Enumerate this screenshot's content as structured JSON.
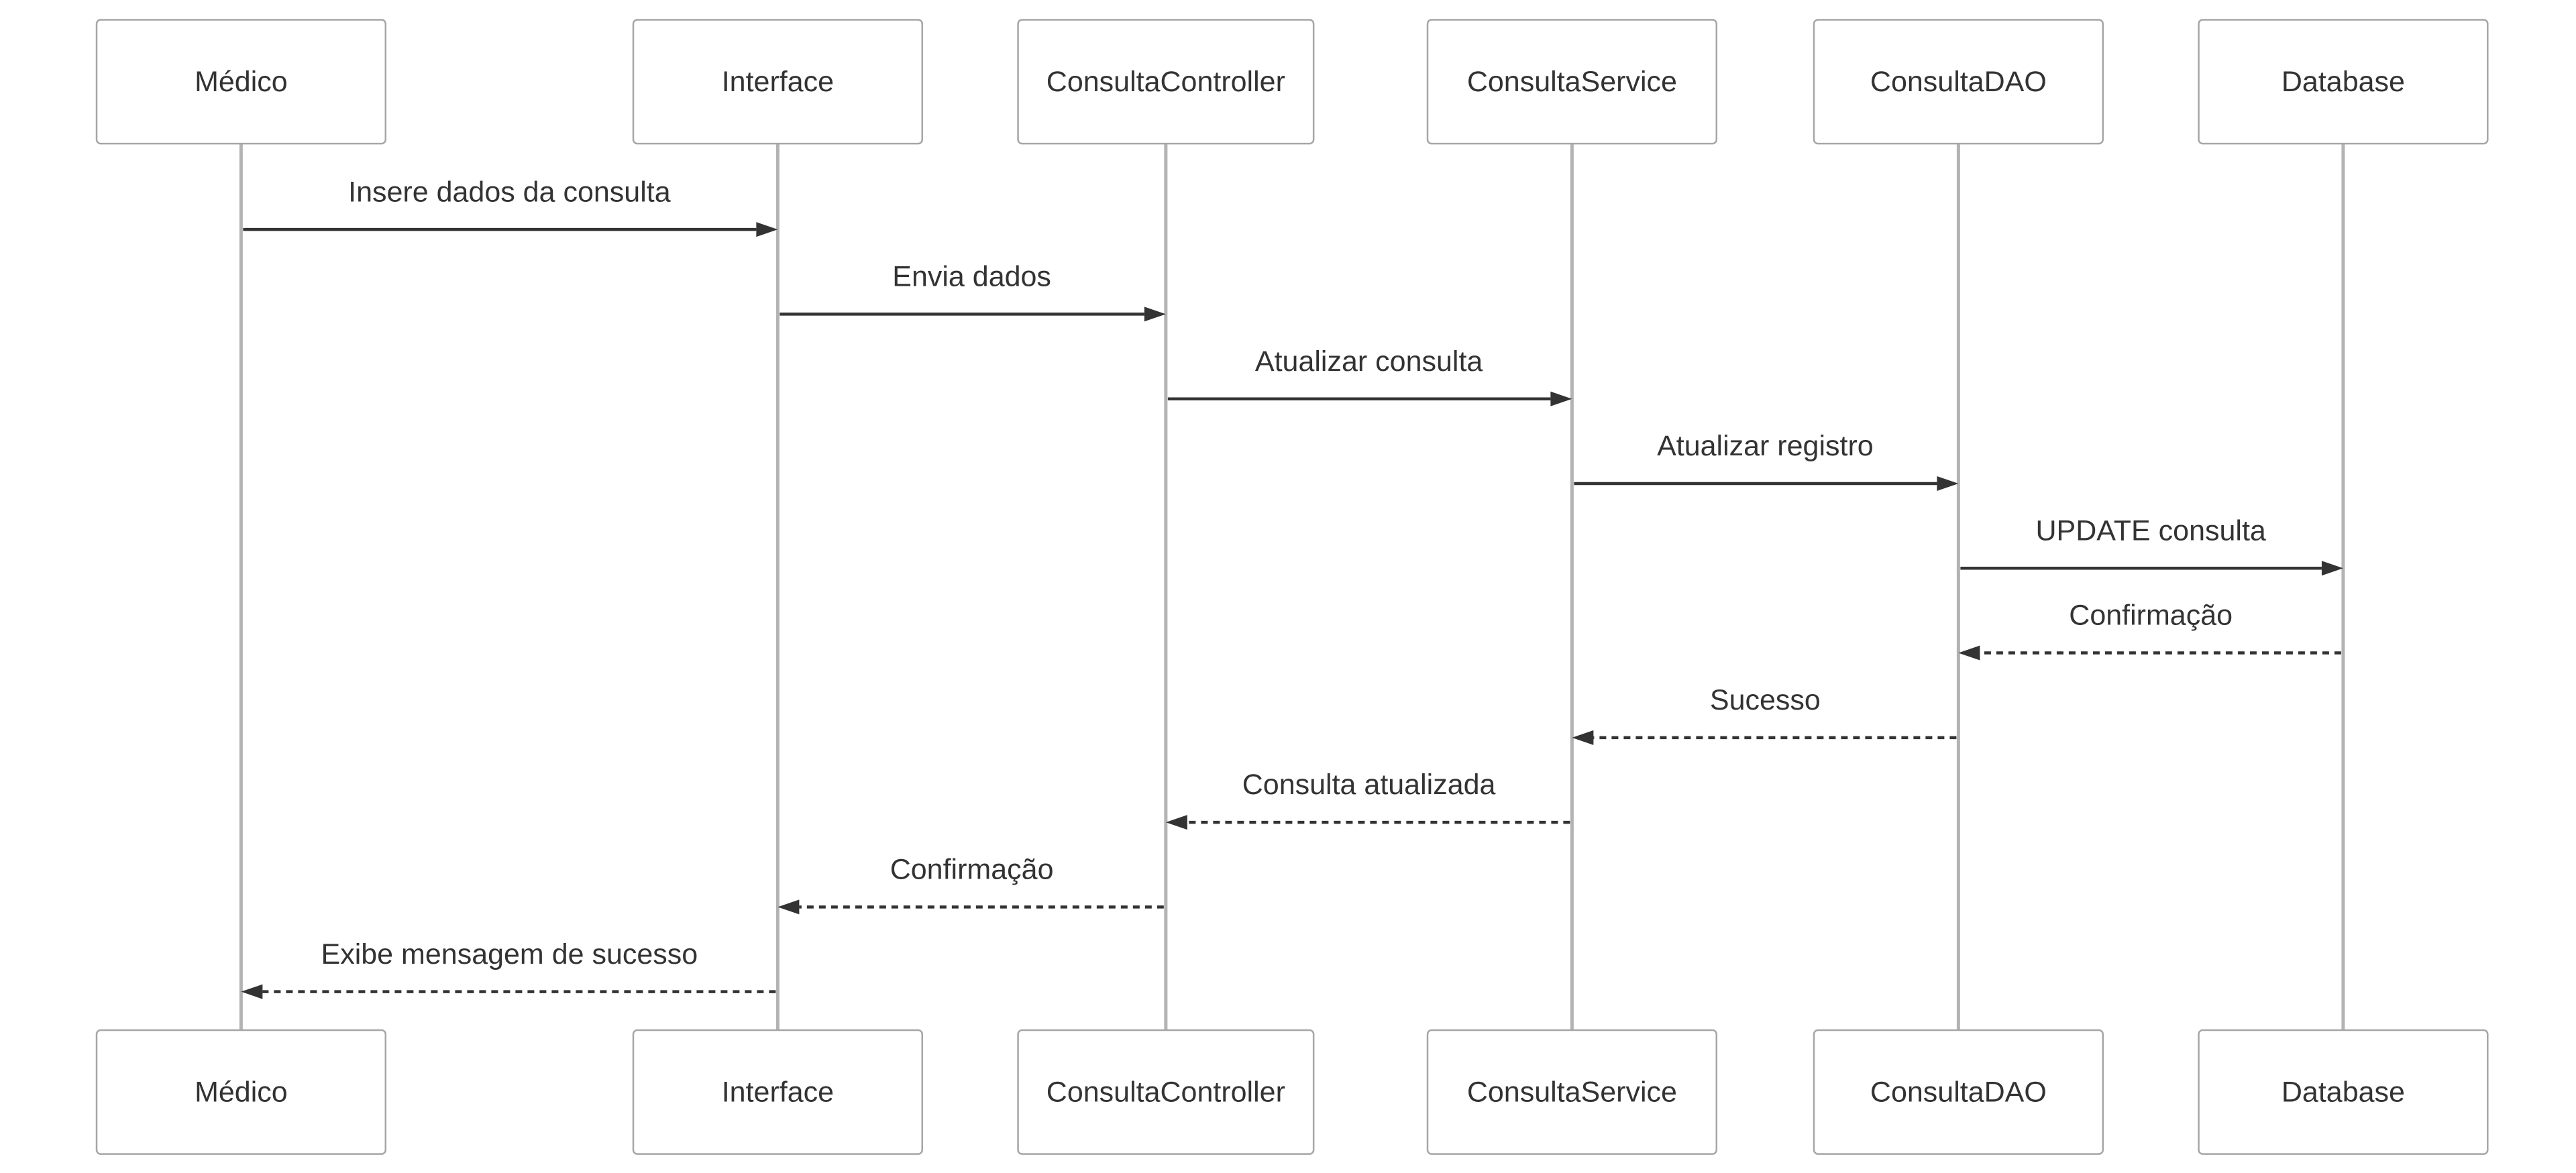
{
  "participants": [
    {
      "id": "medico",
      "label": "Médico"
    },
    {
      "id": "interface",
      "label": "Interface"
    },
    {
      "id": "controller",
      "label": "ConsultaController"
    },
    {
      "id": "service",
      "label": "ConsultaService"
    },
    {
      "id": "dao",
      "label": "ConsultaDAO"
    },
    {
      "id": "database",
      "label": "Database"
    }
  ],
  "messages": [
    {
      "from": "medico",
      "to": "interface",
      "label": "Insere dados da consulta",
      "style": "solid"
    },
    {
      "from": "interface",
      "to": "controller",
      "label": "Envia dados",
      "style": "solid"
    },
    {
      "from": "controller",
      "to": "service",
      "label": "Atualizar consulta",
      "style": "solid"
    },
    {
      "from": "service",
      "to": "dao",
      "label": "Atualizar registro",
      "style": "solid"
    },
    {
      "from": "dao",
      "to": "database",
      "label": "UPDATE consulta",
      "style": "solid"
    },
    {
      "from": "database",
      "to": "dao",
      "label": "Confirmação",
      "style": "dashed"
    },
    {
      "from": "dao",
      "to": "service",
      "label": "Sucesso",
      "style": "dashed"
    },
    {
      "from": "service",
      "to": "controller",
      "label": "Consulta atualizada",
      "style": "dashed"
    },
    {
      "from": "controller",
      "to": "interface",
      "label": "Confirmação",
      "style": "dashed"
    },
    {
      "from": "interface",
      "to": "medico",
      "label": "Exibe mensagem de sucesso",
      "style": "dashed"
    }
  ]
}
